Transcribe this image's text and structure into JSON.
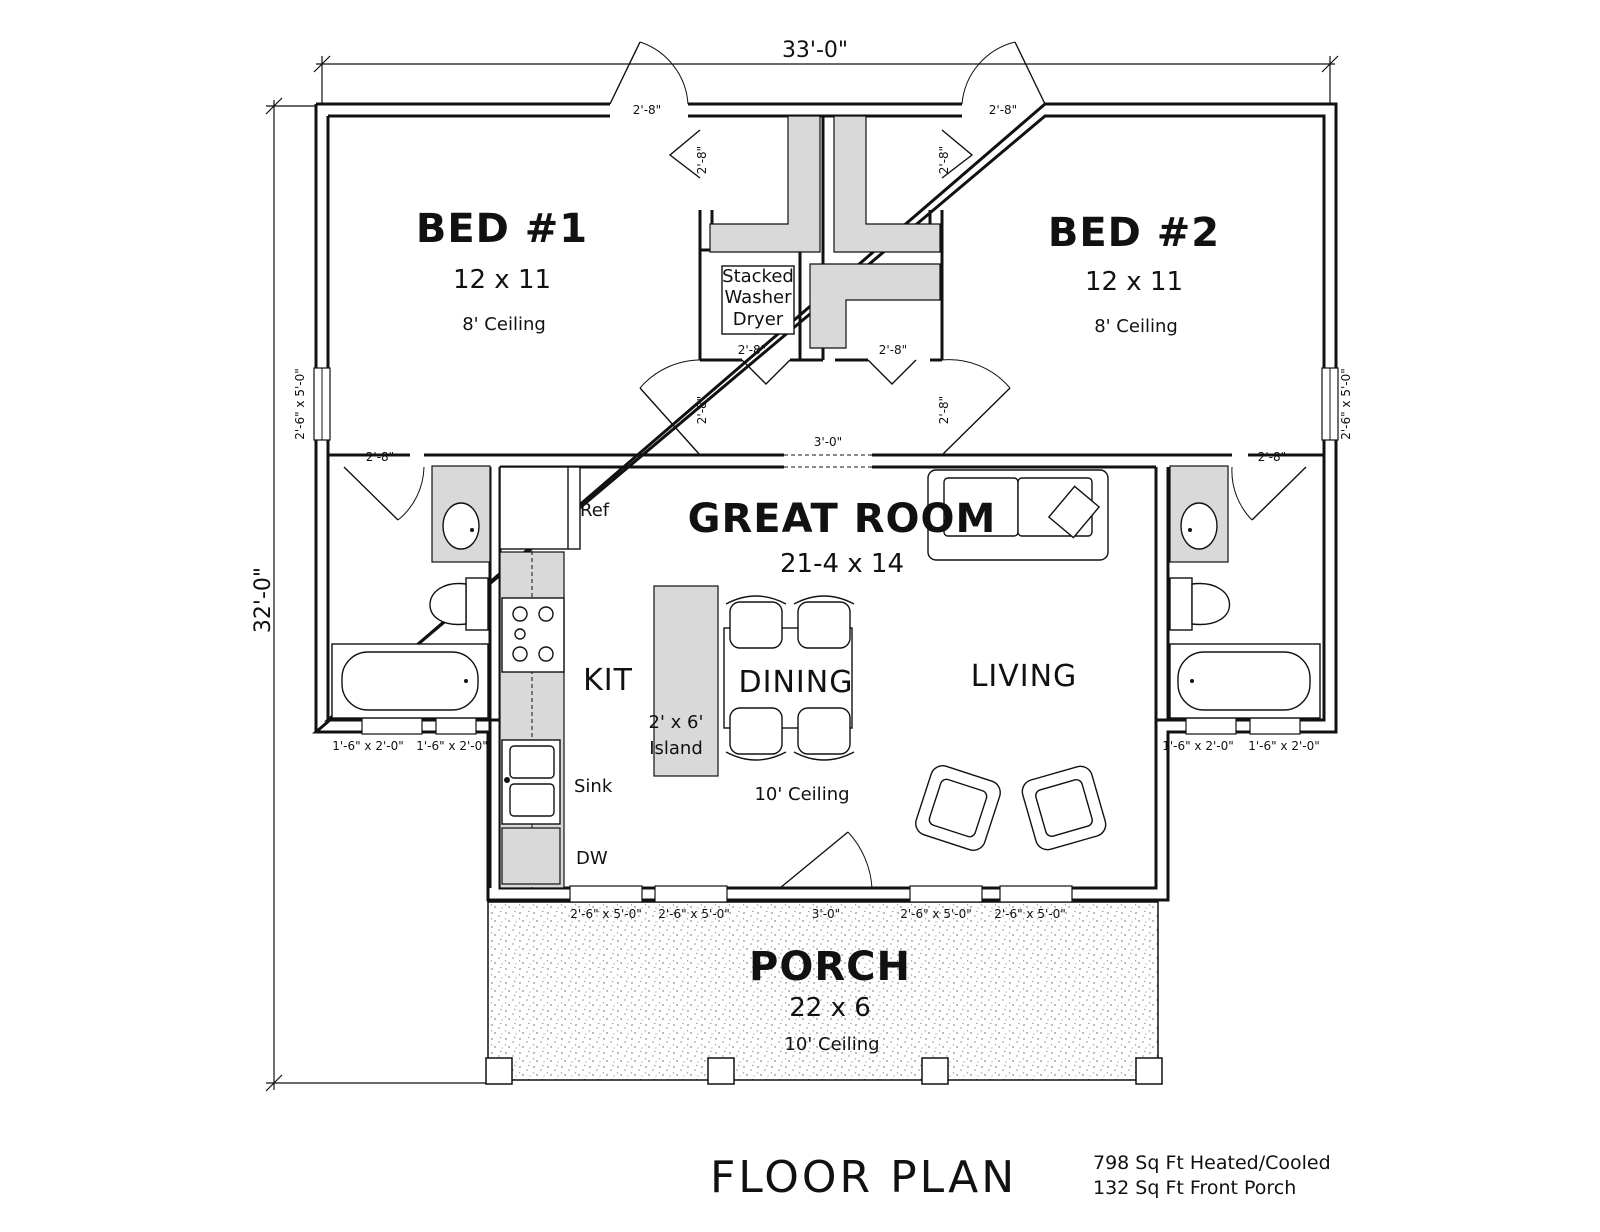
{
  "dimensions": {
    "overall_width": "33'-0\"",
    "overall_depth": "32'-0\""
  },
  "rooms": {
    "bed1": {
      "name": "BED #1",
      "size": "12 x 11",
      "ceiling": "8' Ceiling"
    },
    "bed2": {
      "name": "BED #2",
      "size": "12 x 11",
      "ceiling": "8' Ceiling"
    },
    "great_room": {
      "name": "GREAT ROOM",
      "size": "21-4 x 14",
      "ceiling": "10' Ceiling"
    },
    "kitchen": {
      "name": "KIT"
    },
    "dining": {
      "name": "DINING"
    },
    "living": {
      "name": "LIVING"
    },
    "porch": {
      "name": "PORCH",
      "size": "22 x 6",
      "ceiling": "10' Ceiling"
    }
  },
  "labels": {
    "stacked": "Stacked",
    "washer": "Washer",
    "dryer": "Dryer",
    "ref": "Ref",
    "sink": "Sink",
    "dw": "DW",
    "island_size": "2' x 6'",
    "island": "Island"
  },
  "door_labels": {
    "d_2_8": "2'-8\"",
    "d_3_0": "3'-0\""
  },
  "window_labels": {
    "side": "2'-6\" x 5'-0\"",
    "bath": "1'-6\" x 2'-0\"",
    "front": "2'-6\" x 5'-0\""
  },
  "title": {
    "main": "FLOOR PLAN",
    "line1": "798 Sq Ft Heated/Cooled",
    "line2": "132 Sq Ft Front Porch"
  }
}
